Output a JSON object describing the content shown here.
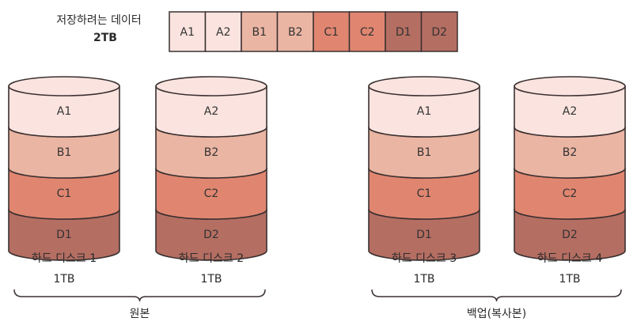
{
  "header": {
    "caption_line1": "저장하려는 데이터",
    "caption_line2": "2TB",
    "segments": [
      "A1",
      "A2",
      "B1",
      "B2",
      "C1",
      "C2",
      "D1",
      "D2"
    ]
  },
  "colors": {
    "A": "#fbe4df",
    "B": "#ebb5a3",
    "C": "#e08670",
    "D": "#b56e62",
    "outline": "#3a3030"
  },
  "disks": [
    {
      "name": "하드 디스크 1",
      "capacity": "1TB",
      "blocks": [
        "A1",
        "B1",
        "C1",
        "D1"
      ]
    },
    {
      "name": "하드 디스크 2",
      "capacity": "1TB",
      "blocks": [
        "A2",
        "B2",
        "C2",
        "D2"
      ]
    },
    {
      "name": "하드 디스크 3",
      "capacity": "1TB",
      "blocks": [
        "A1",
        "B1",
        "C1",
        "D1"
      ]
    },
    {
      "name": "하드 디스크 4",
      "capacity": "1TB",
      "blocks": [
        "A2",
        "B2",
        "C2",
        "D2"
      ]
    }
  ],
  "groups": [
    {
      "label": "원본"
    },
    {
      "label": "백업(복사본)"
    }
  ]
}
